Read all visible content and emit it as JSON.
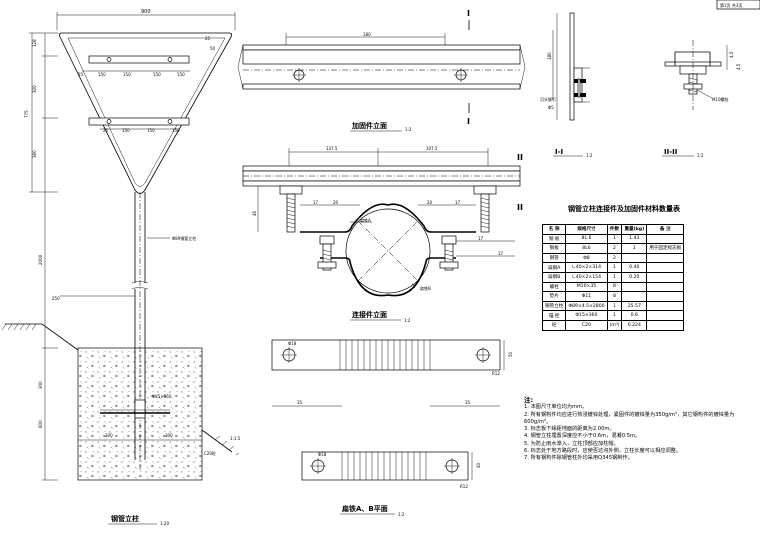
{
  "page_tag": "第1页 共3页",
  "titles": {
    "post": "钢管立柱",
    "post_scale": "1:20",
    "clamp_elev": "加固件立面",
    "clamp_elev_scale": "1:2",
    "connector_elev": "连接件立面",
    "connector_elev_scale": "1:2",
    "section_1": "I-I",
    "section_1_scale": "1:2",
    "section_2": "II-II",
    "section_2_scale": "1:2",
    "plate_plan": "扁铁A、B平面",
    "plate_plan_scale": "1:2",
    "table_title": "钢管立柱连接件及加固件材料数量表"
  },
  "post_dims": {
    "top_width": "900",
    "d128": "128",
    "d300": "300",
    "d775": "775",
    "d360": "360",
    "d2000": "2000",
    "d250": "250",
    "d300b": "300",
    "d600": "600",
    "bar_dims_1": [
      "150",
      "150",
      "150",
      "150"
    ],
    "bar_dims_2": [
      "150",
      "150",
      "150"
    ],
    "bar_end_1": "25",
    "bar_end_2": "25",
    "bar_end_3": "25",
    "pipe_label": "Φ89钢管立柱",
    "anchor_label": "Φ85×360",
    "base_300_l": "300",
    "base_300_r": "300",
    "slope": "1:1.5",
    "concrete": "C20砼",
    "small_50": "50"
  },
  "clamp_dims": {
    "len": "180"
  },
  "connector_dims": {
    "left": "137.5",
    "right": "107.5",
    "d17a": "17",
    "d20a": "20",
    "d17b": "17",
    "d20b": "20",
    "d17c": "17",
    "d17d": "17",
    "h46": "46",
    "lbl_a": "扁铁A",
    "lbl_b": "扁铁B"
  },
  "section_dims": {
    "s1_h": "180",
    "s1_bolt": "Φ5",
    "s1_label": "沉头铆钉",
    "s2_bolt": "M10螺栓",
    "s2_a": "4.5",
    "s2_b": "4.5"
  },
  "plate_dims": {
    "hole_a": "Φ18",
    "hole_b": "Φ18",
    "w_a": "50",
    "w_b": "40",
    "side_a": "35",
    "side_b": "35",
    "r_a": "R12",
    "r_b": "R12"
  },
  "marks": {
    "I": "I",
    "II": "II"
  },
  "table": {
    "headers": [
      "名  称",
      "规格尺寸",
      "件数",
      "重量(kg)",
      "备  注"
    ],
    "rows": [
      [
        "钢  板",
        "8L.6",
        "1",
        "1.43",
        ""
      ],
      [
        "钢板",
        "8L6",
        "2",
        "1",
        "用于固定标志板"
      ],
      [
        "钢管",
        "Φ8",
        "2",
        "",
        ""
      ],
      [
        "扁钢A",
        "∟40×2×314",
        "1",
        "0.40",
        ""
      ],
      [
        "扁钢B",
        "∟40×2×154",
        "1",
        "0.20",
        ""
      ],
      [
        "螺栓",
        "M10×35",
        "8",
        "",
        ""
      ],
      [
        "垫片",
        "Φ11",
        "8",
        "",
        ""
      ],
      [
        "钢管立柱",
        "Φ89×4.5×2800",
        "1",
        "25.57",
        ""
      ],
      [
        "锚  栓",
        "Φ15×360",
        "1",
        "0.6",
        ""
      ],
      [
        "砼",
        "C20",
        "(m³)",
        "0.224",
        ""
      ]
    ]
  },
  "notes": {
    "title": "注:",
    "items": [
      "1. 本图尺寸单位均为mm。",
      "2. 所有钢构件均应进行热浸镀锌处理，紧固件的镀锌量为350g/m²，其它钢构件的镀锌量为600g/m²。",
      "3. 标志板下缘距地面的距离为2.00m。",
      "4. 钢管立柱埋置深度应不小于0.6m，混凝0.5m。",
      "5. 为防止雨水渗入，立柱顶部应加柱帽。",
      "6. 标志处于地方路段时，应使否达沟外侧，立柱长度可以相应调整。",
      "7. 所有钢构件除钢管柱外均采用Q345钢制作。"
    ]
  }
}
